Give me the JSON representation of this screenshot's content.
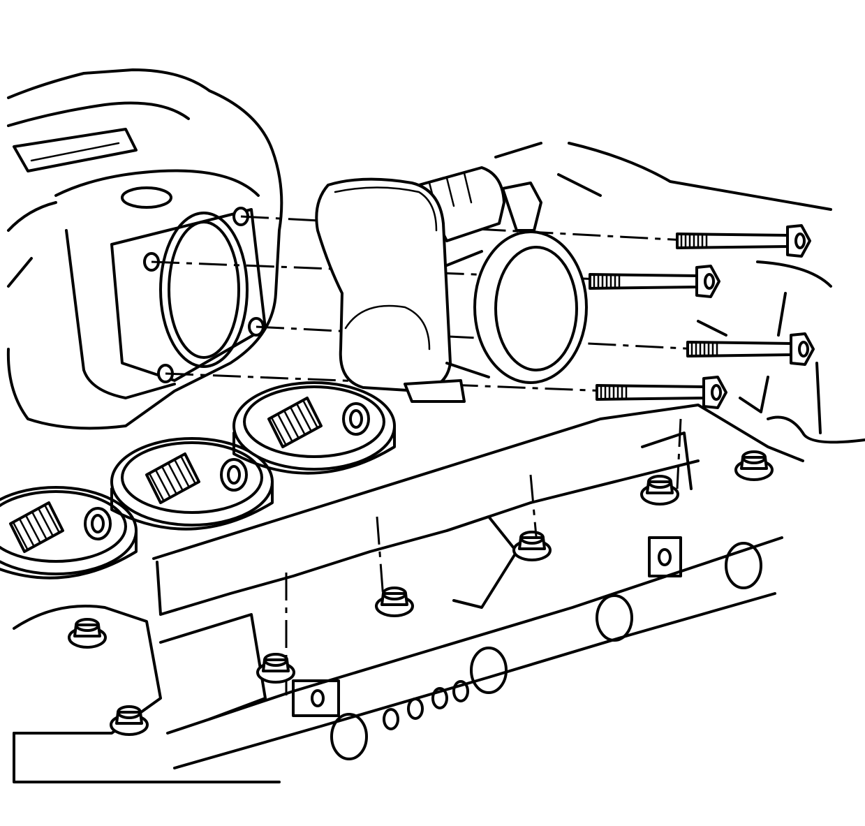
{
  "diagram": {
    "colors": {
      "line": "#000000",
      "background": "#ffffff"
    },
    "bolts": [
      {
        "name": "bolt-1"
      },
      {
        "name": "bolt-2"
      },
      {
        "name": "bolt-3"
      },
      {
        "name": "bolt-4"
      }
    ]
  }
}
